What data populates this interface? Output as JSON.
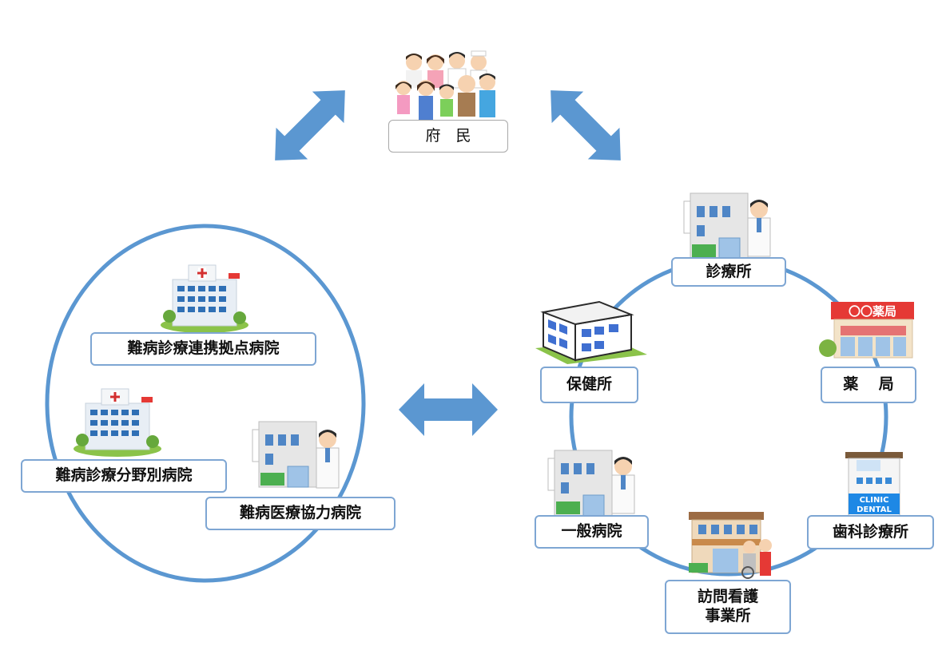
{
  "top": {
    "label": "府　民"
  },
  "left_group": {
    "hub": "難病診療連携拠点病院",
    "specialty": "難病診療分野別病院",
    "cooperating": "難病医療協力病院"
  },
  "right_group": {
    "clinic": "診療所",
    "pharmacy": "薬　 局",
    "health_center": "保健所",
    "general_hospital": "一般病院",
    "dental_clinic": "歯科診療所",
    "visiting_nursing": "訪問看護\n事業所"
  },
  "signs": {
    "pharmacy_sign": "〇〇薬局",
    "dental_sign_1": "CLINIC",
    "dental_sign_2": "DENTAL"
  },
  "icons": {
    "people": "people-group-icon",
    "hospital": "hospital-building-icon",
    "doctor_clinic": "doctor-clinic-icon",
    "pharmacy": "pharmacy-icon",
    "health_center": "health-center-building-icon",
    "dental": "dental-clinic-icon",
    "nursing": "nursing-home-icon"
  },
  "colors": {
    "ring": "#5b97d1",
    "arrow": "#5b97d1",
    "box_border": "#7ea6d3"
  }
}
